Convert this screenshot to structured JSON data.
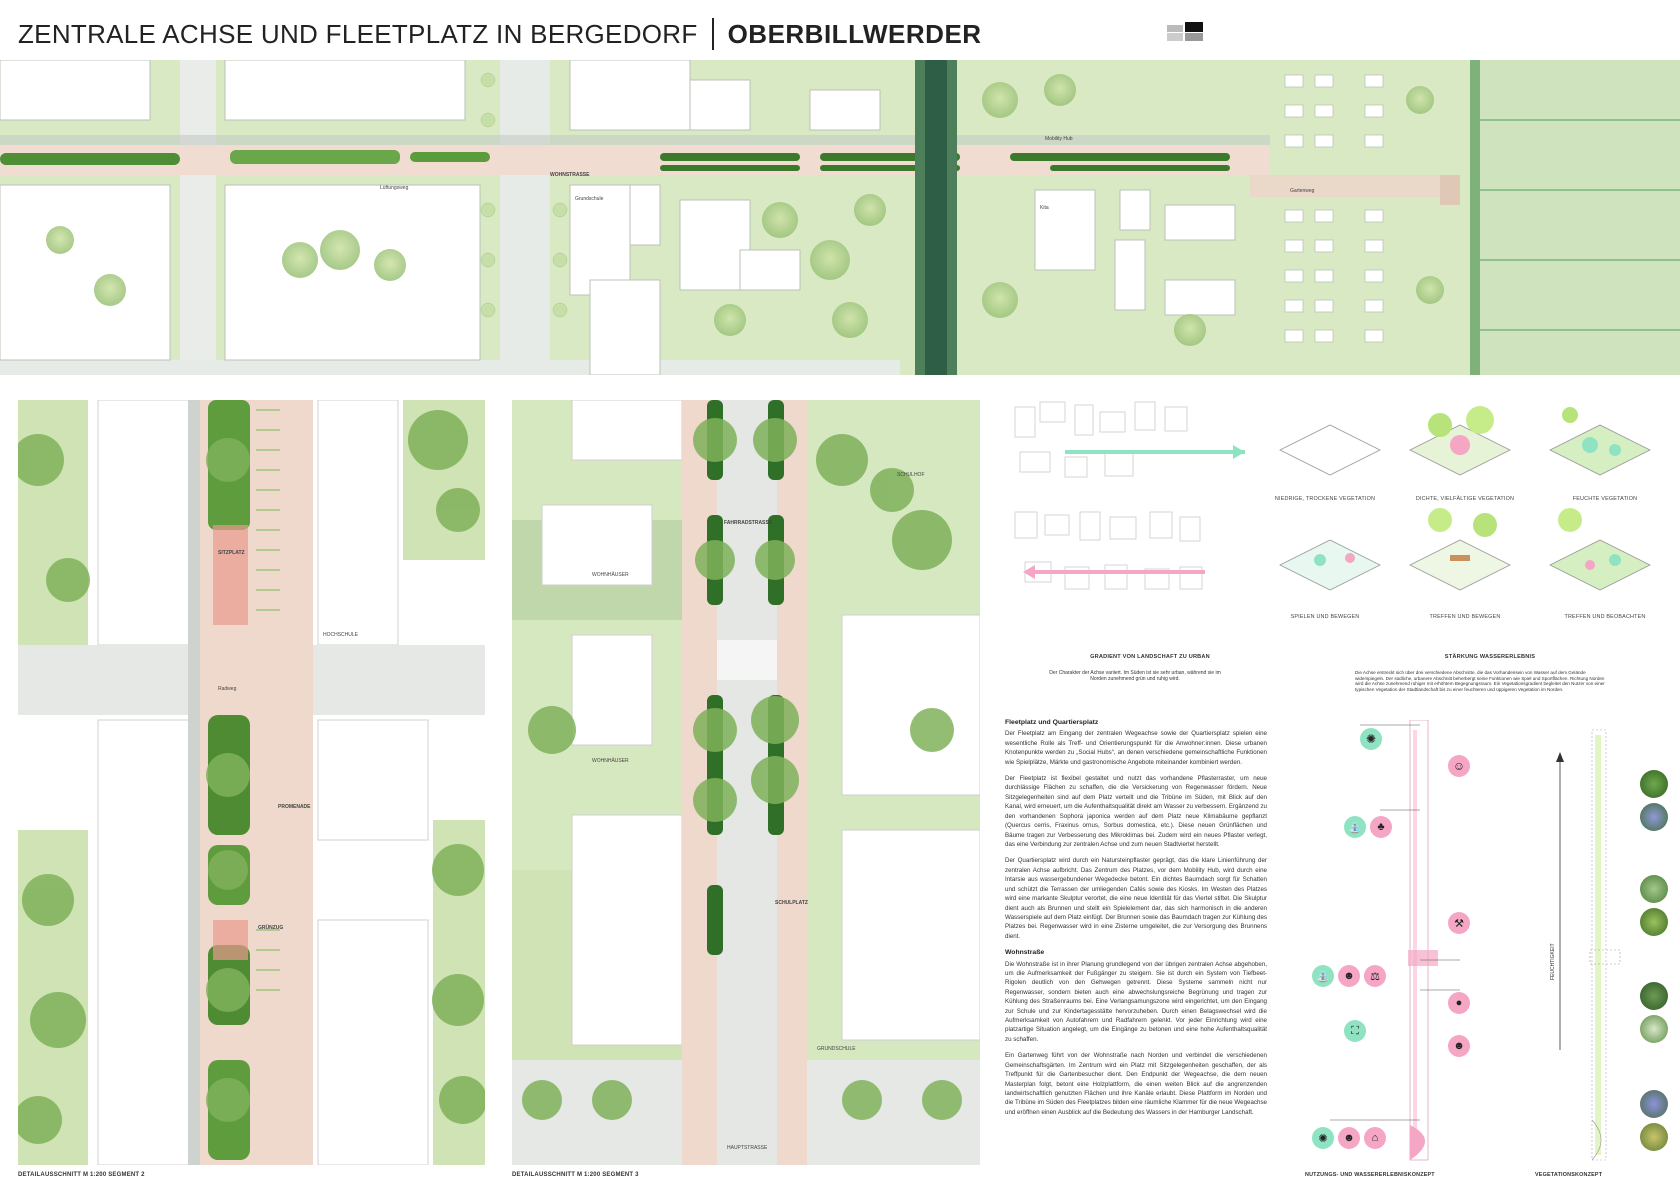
{
  "header": {
    "title": "ZENTRALE ACHSE UND FLEETPLATZ IN BERGEDORF",
    "project": "OBERBILLWERDER"
  },
  "site_plan_labels": {
    "wohnstrasse": "WOHNSTRASSE",
    "lueftungsweg": "Lüftungsweg",
    "mobility_hub": "Mobility Hub",
    "kita": "Kita",
    "grundschule": "Grundschule",
    "gartenweg": "Gartenweg"
  },
  "detail_1": {
    "caption": "DETAILAUSSCHNITT M 1:200 SEGMENT 2",
    "labels": {
      "hochschule": "HOCHSCHULE",
      "promenade": "PROMENADE",
      "sitzplatz": "SITZPLATZ",
      "radweg": "Radweg",
      "gruenzug": "GRÜNZUG"
    }
  },
  "detail_2": {
    "caption": "DETAILAUSSCHNITT M 1:200 SEGMENT 3",
    "labels": {
      "wohnhaeuser_1": "WOHNHÄUSER",
      "wohnhaeuser_2": "WOHNHÄUSER",
      "schulhof": "SCHULHOF",
      "fahrradstrasse": "FAHRRADSTRASSE",
      "schulplatz": "SCHULPLATZ",
      "grundschule": "GRUNDSCHULE",
      "hauptstrasse": "HAUPTSTRASSE"
    }
  },
  "gradient": {
    "title": "GRADIENT VON LANDSCHAFT ZU URBAN",
    "text": "Der Charakter der Achse variiert. Im Süden ist sie sehr urban, während sie im Norden zunehmend grün und ruhig wird."
  },
  "wasser": {
    "title": "STÄRKUNG WASSERERLEBNIS",
    "text": "Die Achse erstreckt sich über drei verschiedene Abschnitte, die das Vorhandensein von Wasser auf dem Gelände widerspiegeln. Der südliche, urbanere Abschnitt beherbergt seine Funktionen wie Spiel und Sportflächen. Richtung Norden wird die Achse zunehmend ruhiger mit erhöhtem Begegnungsraum. Ein Vegetationsgradient begleitet den Nutzer von einer typischen Vegetation der Stadtlandschaft bis zu einer feuchteren und üppigeren Vegetation im Norden."
  },
  "iso_labels": [
    "NIEDRIGE, TROCKENE VEGETATION",
    "DICHTE, VIELFÄLTIGE VEGETATION",
    "FEUCHTE VEGETATION",
    "SPIELEN UND BEWEGEN",
    "TREFFEN UND BEWEGEN",
    "TREFFEN UND BEOBACHTEN"
  ],
  "text_block": {
    "h1": "Fleetplatz und Quartiersplatz",
    "p1": "Der Fleetplatz am Eingang der zentralen Wegeachse sowie der Quartiersplatz spielen eine wesentliche Rolle als Treff- und Orientierungspunkt für die Anwohner:innen. Diese urbanen Knotenpunkte werden zu „Social Hubs“, an denen verschiedene gemeinschaftliche Funktionen wie Spielplätze, Märkte und gastronomische Angebote miteinander kombiniert werden.",
    "p2": "Der Fleetplatz ist flexibel gestaltet und nutzt das vorhandene Pflasterraster, um neue durchlässige Flächen zu schaffen, die die Versickerung von Regenwasser fördern. Neue Sitzgelegenheiten sind auf dem Platz verteilt und die Tribüne im Süden, mit Blick auf den Kanal, wird erneuert, um die Aufenthaltsqualität direkt am Wasser zu verbessern. Ergänzend zu den vorhandenen Sophora japonica werden auf dem Platz neue Klimabäume gepflanzt (Quercus cerris, Fraxinus ornus, Sorbus domestica, etc.). Diese neuen Grünflächen und Bäume tragen zur Verbesserung des Mikroklimas bei. Zudem wird ein neues Pflaster verlegt, das eine Verbindung zur zentralen Achse und zum neuen Stadtviertel herstellt.",
    "p3": "Der Quartiersplatz wird durch ein Natursteinpflaster geprägt, das die klare Linienführung der zentralen Achse aufbricht. Das Zentrum des Platzes, vor dem Mobility Hub, wird durch eine Intarsie aus wassergebundener Wegedecke betont. Ein dichtes Baumdach sorgt für Schatten und schützt die Terrassen der umliegenden Cafés sowie des Kiosks. Im Westen des Platzes wird eine markante Skulptur verortet, die eine neue Identität für das Viertel stiftet. Die Skulptur dient auch als Brunnen und stellt ein Spielelement dar, das sich harmonisch in die anderen Wasserspiele auf dem Platz einfügt. Der Brunnen sowie das Baumdach tragen zur Kühlung des Platzes bei. Regenwasser wird in eine Zisterne umgeleitet, die zur Versorgung des Brunnens dient.",
    "h2": "Wohnstraße",
    "p4": "Die Wohnstraße ist in ihrer Planung grundlegend von der übrigen zentralen Achse abgehoben, um die Aufmerksamkeit der Fußgänger zu steigern. Sie ist durch ein System von Tiefbeet-Rigolen deutlich von den Gehwegen getrennt. Diese Systeme sammeln nicht nur Regenwasser, sondern bieten auch eine abwechslungsreiche Begrünung und tragen zur Kühlung des Straßenraums bei. Eine Verlangsamungszone wird eingerichtet, um den Eingang zur Schule und zur Kindertagesstätte hervorzuheben. Durch einen Belagswechsel wird die Aufmerksamkeit von Autofahrern und Radfahrern gelenkt. Vor jeder Einrichtung wird eine platzartige Situation angelegt, um die Eingänge zu betonen und eine hohe Aufenthaltsqualität zu schaffen.",
    "p5": "Ein Gartenweg führt von der Wohnstraße nach Norden und verbindet die verschiedenen Gemeinschaftsgärten. Im Zentrum wird ein Platz mit Sitzgelegenheiten geschaffen, der als Treffpunkt für die Gartenbesucher dient. Den Endpunkt der Wegeachse, die dem neuen Masterplan folgt, betont eine Holzplattform, die einen weiten Blick auf die angrenzenden landwirtschaftlich genutzten Flächen und ihre Kanäle erlaubt. Diese Plattform im Norden und die Tribüne im Süden des Fleetplatzes bilden eine räumliche Klammer für die neue Wegeachse und eröffnen einen Ausblick auf die Bedeutung des Wassers in der Hamburger Landschaft."
  },
  "concept_captions": {
    "nutzung": "NUTZUNGS- UND WASSERERLEBNISKONZEPT",
    "vegetation": "VEGETATIONSKONZEPT",
    "feuchtigkeit": "FEUCHTIGKEIT"
  },
  "colors": {
    "green_light": "#cfe3b4",
    "green_mid": "#9cc77f",
    "green_dark": "#3f7b2f",
    "pink": "#f4a6c4",
    "mint": "#8fe3c2",
    "paving": "#eed9cc"
  }
}
